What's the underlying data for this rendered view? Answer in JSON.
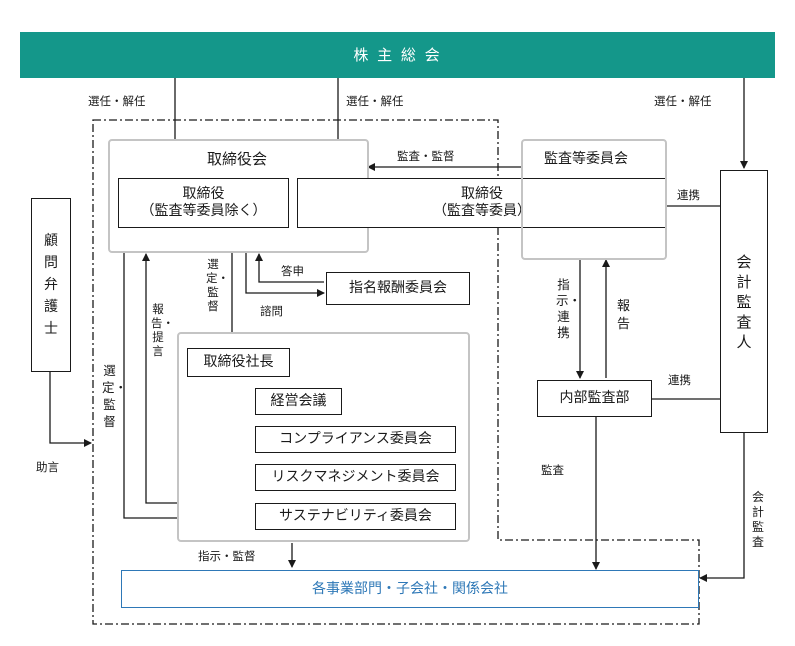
{
  "colors": {
    "shareholders_fill": "#14978a",
    "bottom_border": "#2e78b7",
    "bottom_text": "#2e78b7",
    "group_border": "#c4c4c4",
    "line": "#1a1a1a"
  },
  "boxes": {
    "shareholders": "株 主 総 会",
    "board_title": "取締役会",
    "directors_excl_line1": "取締役",
    "directors_excl_line2": "（監査等委員除く）",
    "directors_audit_line1": "取締役",
    "directors_audit_line2": "（監査等委員）",
    "audit_committee": "監査等委員会",
    "nomination_committee": "指名報酬委員会",
    "president": "取締役社長",
    "management_meeting": "経営会議",
    "compliance_committee": "コンプライアンス委員会",
    "risk_committee": "リスクマネジメント委員会",
    "sustainability_committee": "サステナビリティ委員会",
    "internal_audit": "内部監査部",
    "accounting_auditor": "会計監査人",
    "legal_advisor": "顧問弁護士",
    "business_units": "各事業部門・子会社・関係会社"
  },
  "labels": {
    "elect_dismiss_1": "選任・解任",
    "elect_dismiss_2": "選任・解任",
    "elect_dismiss_3": "選任・解任",
    "audit_supervise_top": "監査・監督",
    "coordination_1": "連携",
    "coordination_2": "連携",
    "appoint_supervise_board": "選定・監督",
    "report_answer": "答申",
    "consult": "諮問",
    "report_propose": "報告・提言",
    "appoint_supervise_left": "選定・監督",
    "advice": "助言",
    "instruct_coordinate": "指示・連携",
    "report": "報告",
    "audit": "監査",
    "accounting_audit": "会計監査",
    "instruct_supervise": "指示・監督"
  }
}
